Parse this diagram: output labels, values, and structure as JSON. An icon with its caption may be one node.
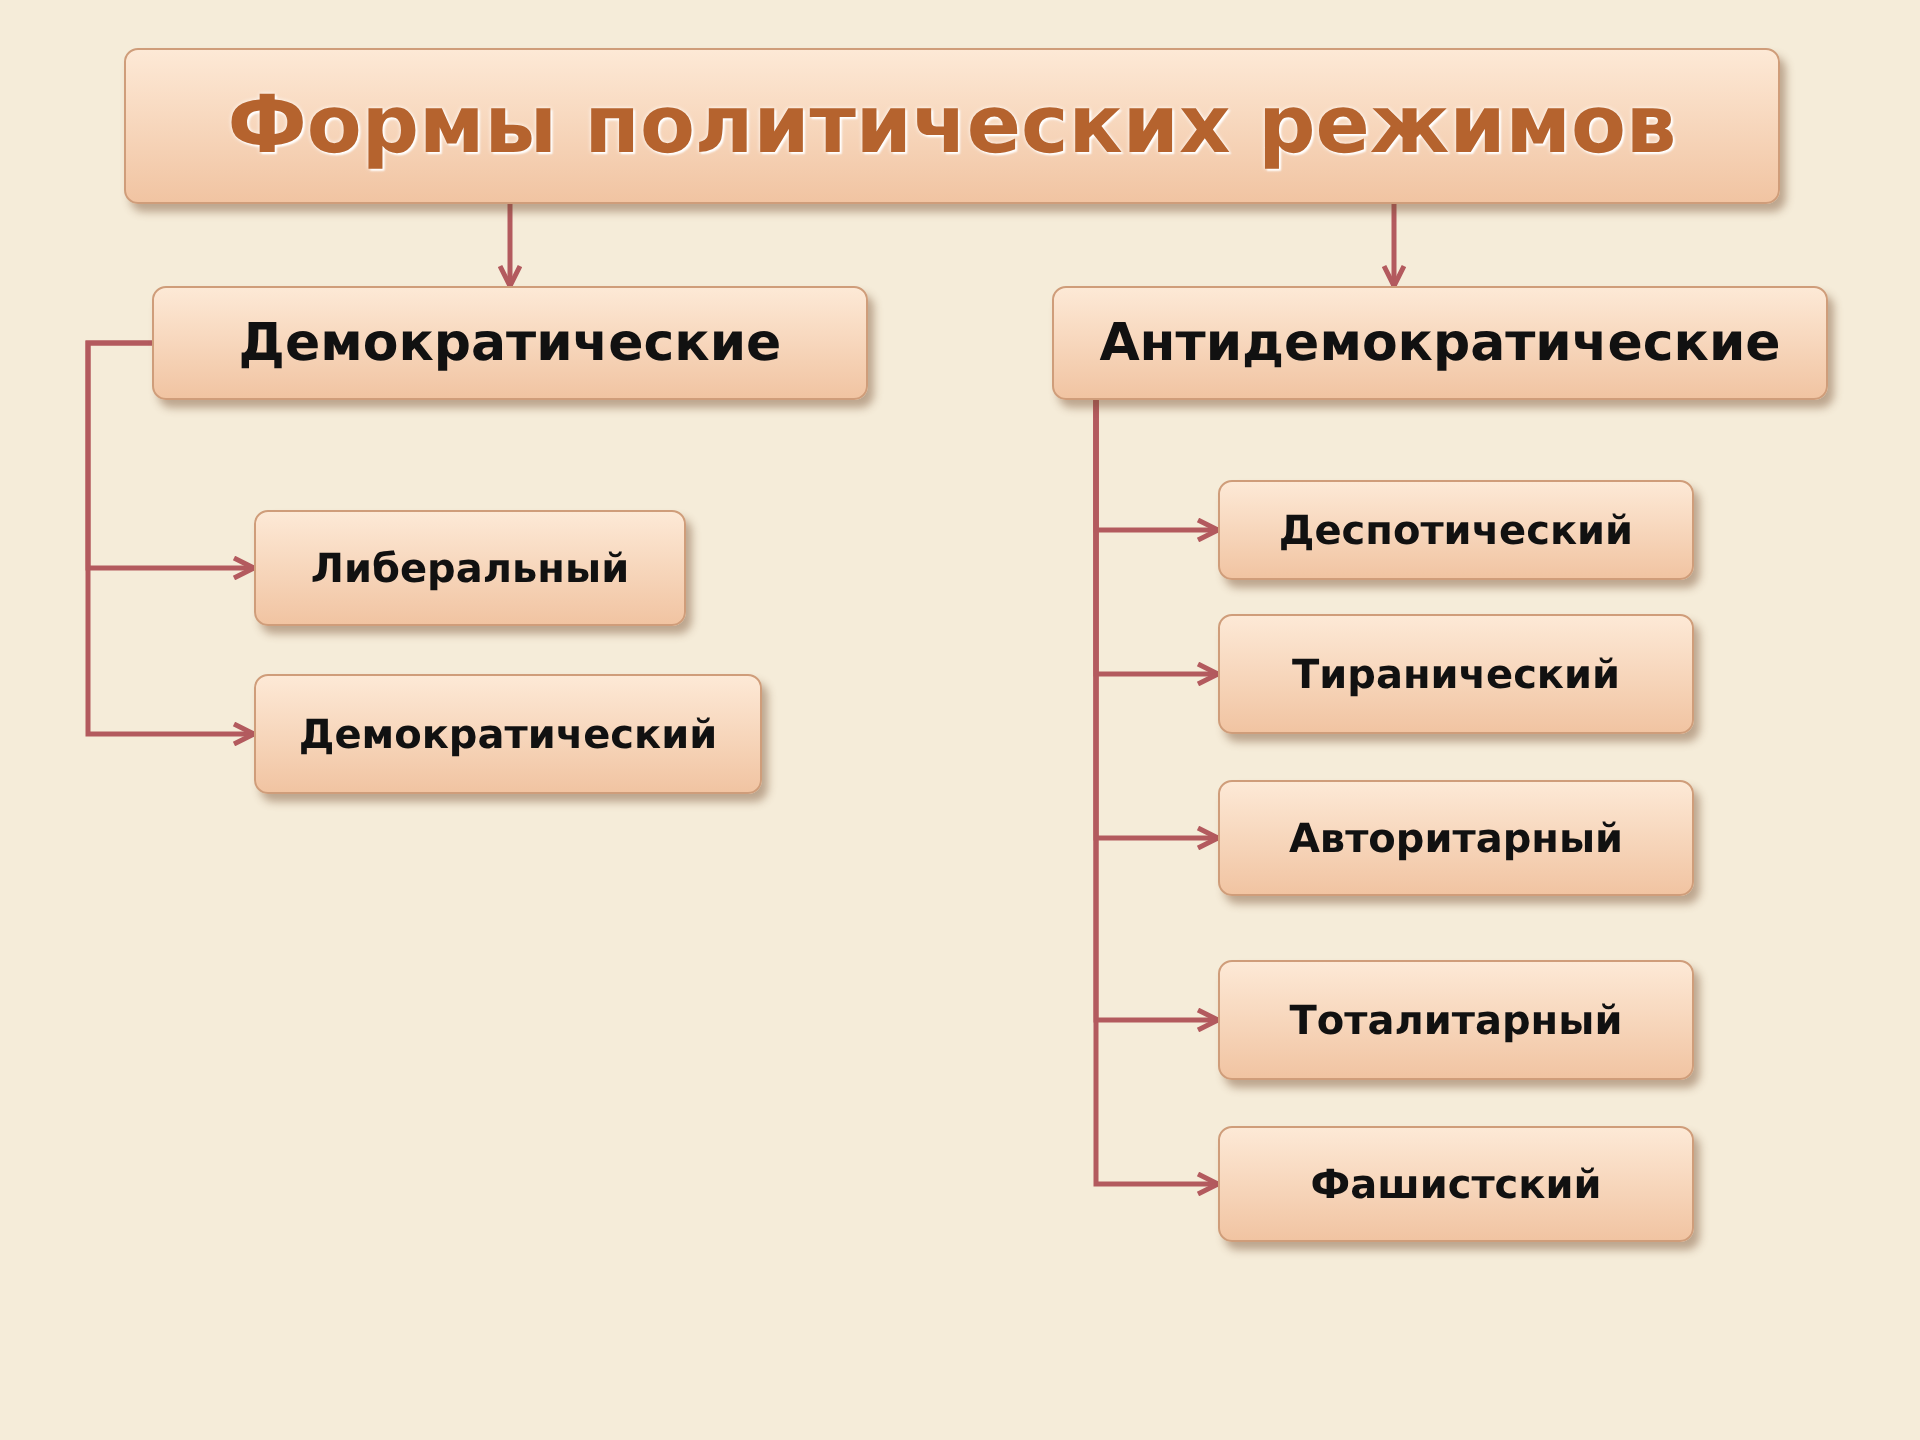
{
  "diagram": {
    "nodes": [
      {
        "text": [
          "Формы политических режимов"
        ]
      },
      {
        "text": [
          "Демократические"
        ]
      },
      {
        "text": [
          "Антидемократические"
        ]
      },
      {
        "text": [
          "Либеральный"
        ]
      },
      {
        "text": [
          "Демократический"
        ]
      },
      {
        "text": [
          "Деспотический"
        ]
      },
      {
        "text": [
          "Тиранический"
        ]
      },
      {
        "text": [
          "Авторитарный"
        ]
      },
      {
        "text": [
          "Тоталитарный"
        ]
      },
      {
        "text": [
          "Фашистский"
        ]
      }
    ],
    "edges": [
      {
        "from": 0,
        "to": 1,
        "arrow": "to"
      },
      {
        "from": 0,
        "to": 2,
        "arrow": "to"
      },
      {
        "from": 1,
        "to": 3,
        "arrow": "to"
      },
      {
        "from": 1,
        "to": 4,
        "arrow": "to"
      },
      {
        "from": 2,
        "to": 5,
        "arrow": "to"
      },
      {
        "from": 2,
        "to": 6,
        "arrow": "to"
      },
      {
        "from": 2,
        "to": 7,
        "arrow": "to"
      },
      {
        "from": 2,
        "to": 8,
        "arrow": "to"
      },
      {
        "from": 2,
        "to": 9,
        "arrow": "to"
      }
    ]
  }
}
